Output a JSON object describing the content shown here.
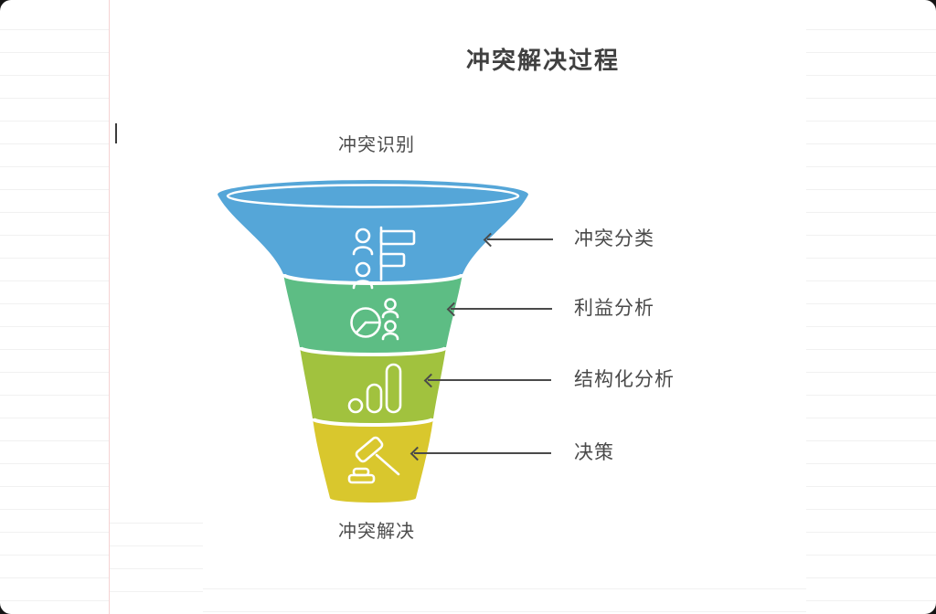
{
  "title": "冲突解决过程",
  "canvas": {
    "top_label": "冲突识别",
    "bottom_label": "冲突解决"
  },
  "funnel": {
    "stages": [
      {
        "label": "冲突分类",
        "color": "#55A6D8",
        "icon": "people-poll-icon"
      },
      {
        "label": "利益分析",
        "color": "#5DBD84",
        "icon": "pie-chart-people-icon"
      },
      {
        "label": "结构化分析",
        "color": "#A1C23E",
        "icon": "bar-chart-icon"
      },
      {
        "label": "决策",
        "color": "#D9C72D",
        "icon": "gavel-icon"
      }
    ]
  },
  "colors": {
    "title_text": "#404040",
    "label_text": "#4A4A4A",
    "arrow": "#4A4A4A",
    "segment_separator": "#FFFFFF",
    "margin_line": "#F5D3D3",
    "row_line": "#F1F1F1"
  }
}
